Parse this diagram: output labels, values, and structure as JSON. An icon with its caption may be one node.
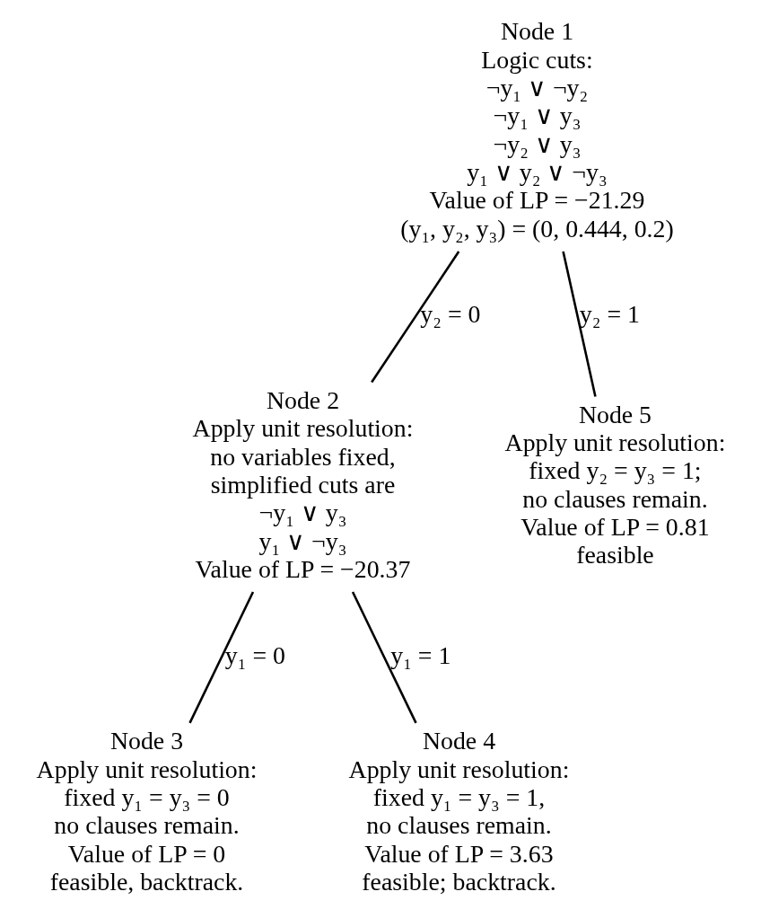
{
  "diagram": {
    "nodes": [
      {
        "text": [
          "Node 1",
          "Logic cuts:",
          "¬y₁ ∨ ¬y₂",
          "¬y₁ ∨ y₃",
          "¬y₂ ∨ y₃",
          "y₁ ∨ y₂ ∨ ¬y₃",
          "Value of LP = −21.29",
          "(y₁, y₂, y₃) = (0, 0.444, 0.2)"
        ]
      },
      {
        "text": [
          "Node 2",
          "Apply unit resolution:",
          "no variables fixed,",
          "simplified cuts are",
          "¬y₁ ∨ y₃",
          "y₁ ∨ ¬y₃",
          "Value of LP = −20.37"
        ]
      },
      {
        "text": [
          "Node 3",
          "Apply unit resolution:",
          "fixed y₁ = y₃ = 0",
          "no clauses remain.",
          "Value of LP = 0",
          "feasible, backtrack."
        ]
      },
      {
        "text": [
          "Node 4",
          "Apply unit resolution:",
          "fixed y₁ = y₃ = 1,",
          "no clauses remain.",
          "Value of LP = 3.63",
          "feasible; backtrack."
        ]
      },
      {
        "text": [
          "Node 5",
          "Apply unit resolution:",
          "fixed y₂ = y₃ = 1;",
          "no clauses remain.",
          "Value of LP = 0.81",
          "feasible"
        ]
      }
    ],
    "edges": [
      {
        "from": 0,
        "to": 1,
        "arrow": "none",
        "label": "y₂ = 0"
      },
      {
        "from": 1,
        "to": 2,
        "arrow": "none",
        "label": "y₁ = 0"
      },
      {
        "from": 1,
        "to": 3,
        "arrow": "none",
        "label": "y₁ = 1"
      },
      {
        "from": 0,
        "to": 4,
        "arrow": "none",
        "label": "y₂ = 1"
      }
    ]
  }
}
